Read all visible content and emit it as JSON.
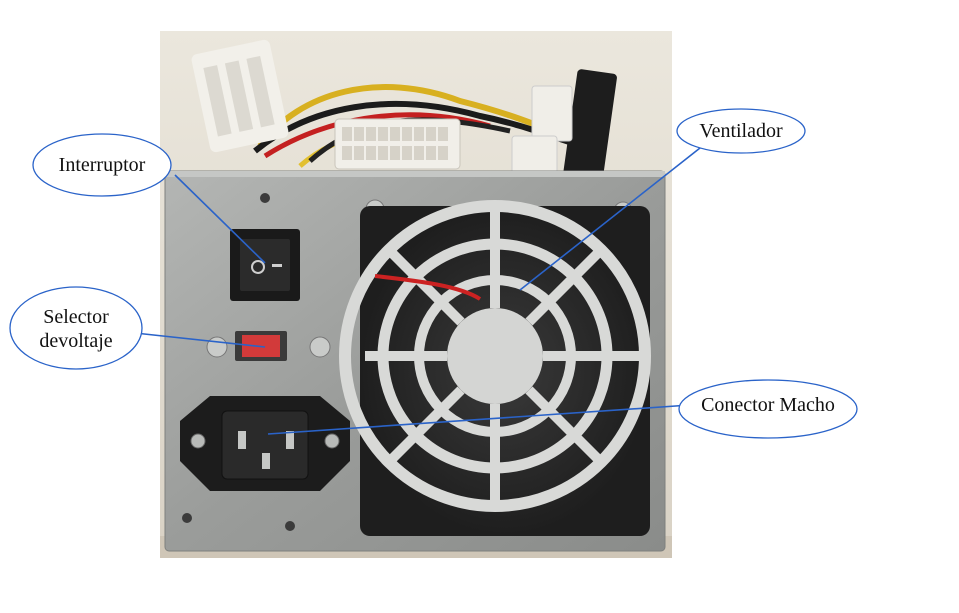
{
  "labels": {
    "switch": "Interruptor",
    "voltage_selector_line1": "Selector",
    "voltage_selector_line2": "devoltaje",
    "fan": "Ventilador",
    "male_connector": "Conector Macho"
  },
  "colors": {
    "callout_stroke": "#2a63c9",
    "callout_fill": "#ffffff",
    "text": "#111111",
    "psu_case": "#9c9e9c",
    "wall": "#e6e0d4"
  },
  "icons": {
    "photo": "power-supply-photo"
  }
}
